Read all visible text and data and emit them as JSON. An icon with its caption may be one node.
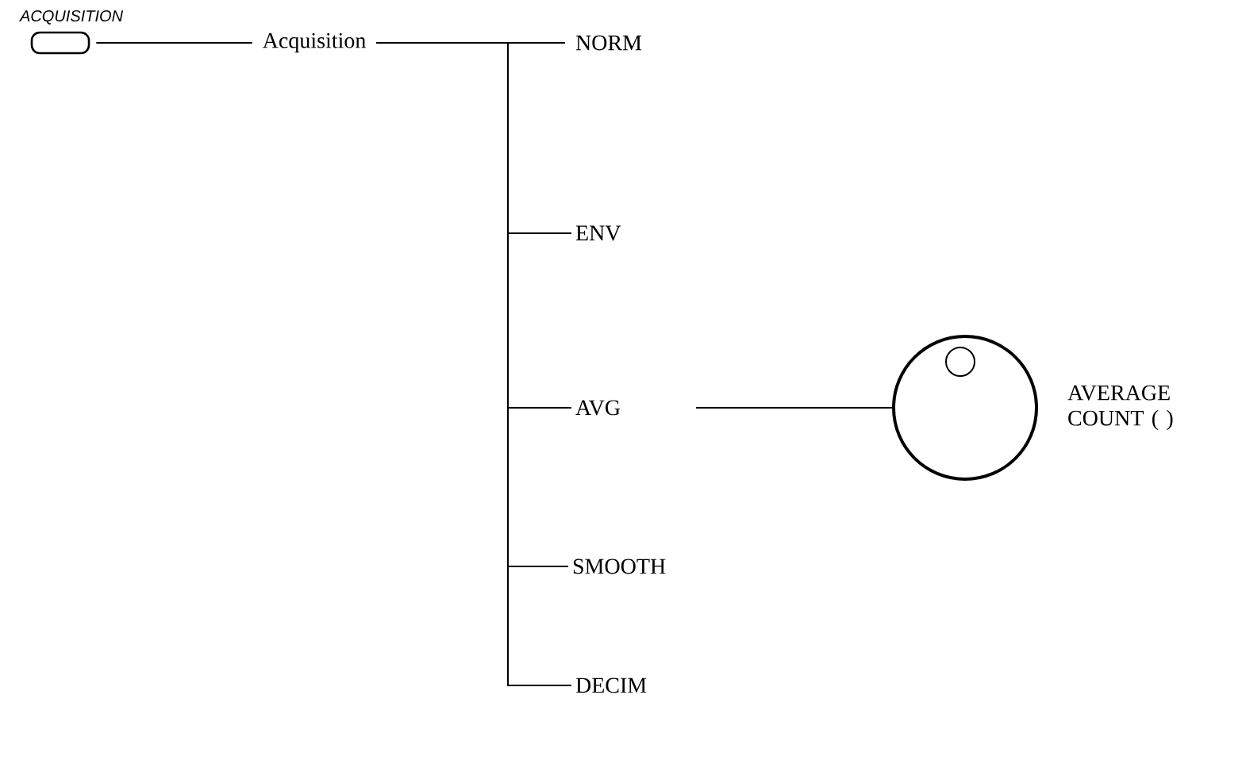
{
  "diagram": {
    "nodes": [
      {
        "text": [
          "ACQUISITION"
        ]
      },
      {
        "text": [
          "Acquisition"
        ]
      },
      {
        "text": [
          "NORM"
        ]
      },
      {
        "text": [
          "ENV"
        ]
      },
      {
        "text": [
          "AVG"
        ]
      },
      {
        "text": [
          "SMOOTH"
        ]
      },
      {
        "text": [
          "DECIM"
        ]
      },
      {
        "text": [],
        "shape": "circle",
        "beside": [
          "AVERAGE COUNT ( )"
        ]
      }
    ],
    "edges": [
      {
        "from": 0,
        "to": 1,
        "arrow": "none"
      },
      {
        "from": 1,
        "to": 2,
        "arrow": "none"
      },
      {
        "from": 1,
        "to": 3,
        "arrow": "none"
      },
      {
        "from": 1,
        "to": 4,
        "arrow": "none"
      },
      {
        "from": 1,
        "to": 5,
        "arrow": "none"
      },
      {
        "from": 1,
        "to": 6,
        "arrow": "none"
      },
      {
        "from": 4,
        "to": 7,
        "arrow": "none"
      }
    ]
  }
}
